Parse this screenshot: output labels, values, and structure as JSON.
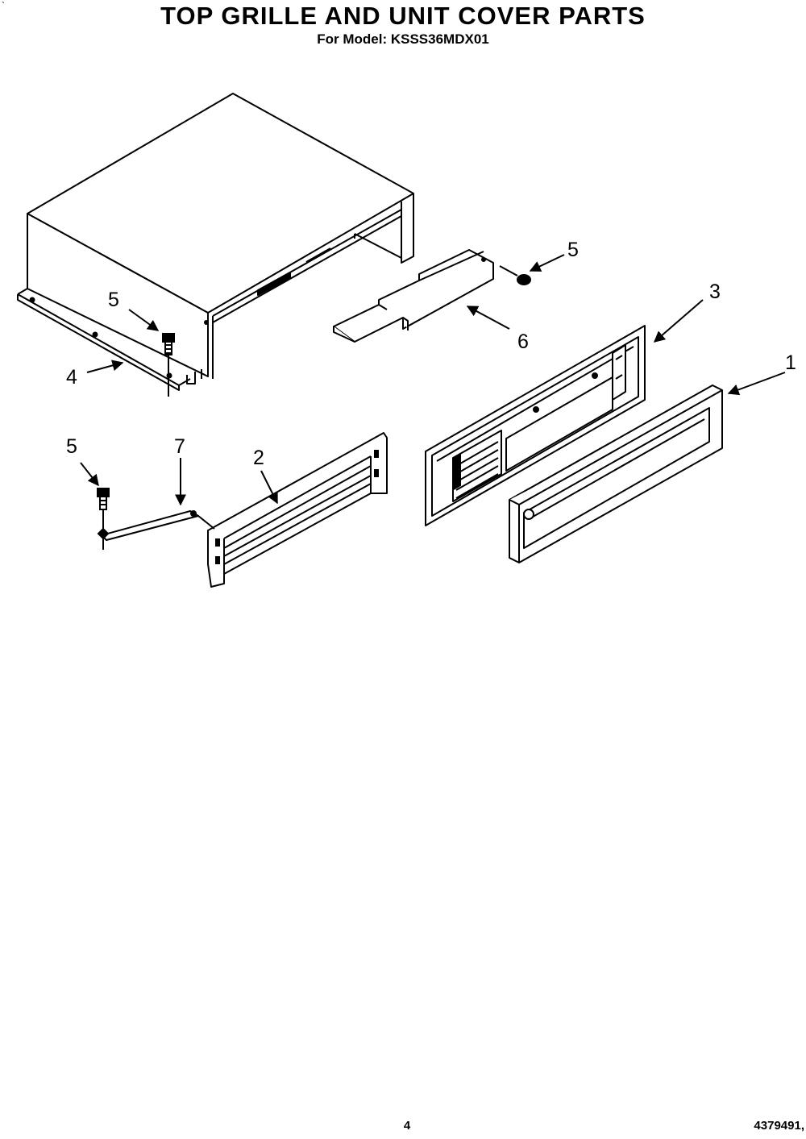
{
  "header": {
    "title": "TOP GRILLE AND UNIT COVER PARTS",
    "subtitle": "For Model: KSSS36MDX01",
    "corner_mark": "`"
  },
  "callouts": [
    {
      "id": "part-1",
      "label": "1"
    },
    {
      "id": "part-2",
      "label": "2"
    },
    {
      "id": "part-3",
      "label": "3"
    },
    {
      "id": "part-4",
      "label": "4"
    },
    {
      "id": "part-5a",
      "label": "5"
    },
    {
      "id": "part-5b",
      "label": "5"
    },
    {
      "id": "part-5c",
      "label": "5"
    },
    {
      "id": "part-6",
      "label": "6"
    },
    {
      "id": "part-7",
      "label": "7"
    }
  ],
  "footer": {
    "page_number": "4",
    "doc_number": "4379491,"
  },
  "colors": {
    "ink": "#000000",
    "paper": "#ffffff"
  }
}
